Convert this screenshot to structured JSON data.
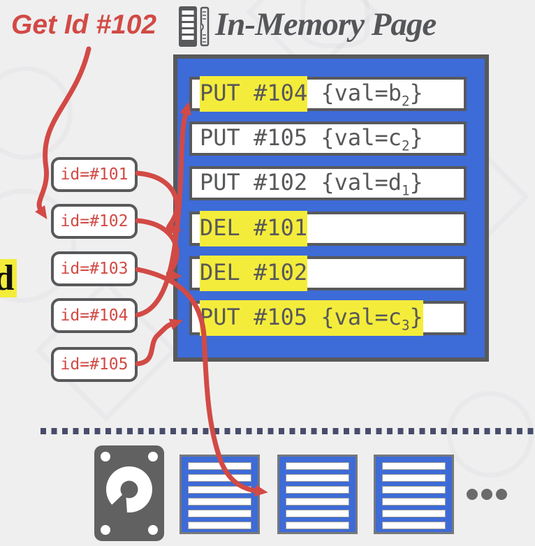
{
  "colors": {
    "accent_red": "#d24a45",
    "panel_blue": "#3d6bd7",
    "border_gray": "#58595b",
    "highlight_yellow": "#f4ec3b",
    "separator_navy": "#494d6b",
    "disk_gray": "#616161",
    "background": "#efeff0"
  },
  "annotation": {
    "get_label": "Get Id #102"
  },
  "header": {
    "title": "In-Memory Page",
    "icon": "ram-chip-icon"
  },
  "memory_page": {
    "rows": [
      {
        "hl_pre": "PUT #104",
        "hl_sub": "",
        "hl_post": "",
        "pre": " {val=b",
        "sub": "2",
        "post": "}"
      },
      {
        "hl_pre": "",
        "hl_sub": "",
        "hl_post": "",
        "pre": "PUT #105 {val=c",
        "sub": "2",
        "post": "}"
      },
      {
        "hl_pre": "",
        "hl_sub": "",
        "hl_post": "",
        "pre": "PUT #102 {val=d",
        "sub": "1",
        "post": "}"
      },
      {
        "hl_pre": "DEL #101",
        "hl_sub": "",
        "hl_post": "",
        "pre": "",
        "sub": "",
        "post": ""
      },
      {
        "hl_pre": "DEL #102",
        "hl_sub": "",
        "hl_post": "",
        "pre": "",
        "sub": "",
        "post": ""
      },
      {
        "hl_pre": "PUT #105 {val=c",
        "hl_sub": "3",
        "hl_post": "}",
        "pre": "",
        "sub": "",
        "post": ""
      }
    ]
  },
  "id_index": {
    "pills": [
      "id=#101",
      "id=#102",
      "id=#103",
      "id=#104",
      "id=#105"
    ]
  },
  "left_fragment": {
    "text": "d"
  },
  "disk": {
    "icon": "hard-disk-icon",
    "ellipsis_icon": "more-sstables-ellipsis"
  }
}
